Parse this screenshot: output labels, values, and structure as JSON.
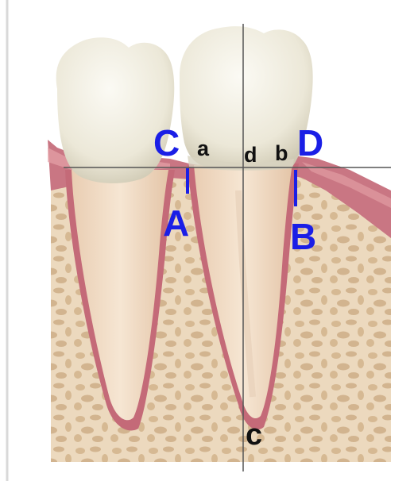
{
  "labels": {
    "C_upper": "C",
    "D": "D",
    "A": "A",
    "B": "B",
    "a": "a",
    "d": "d",
    "b": "b",
    "c_apex": "c"
  },
  "colors": {
    "label_blue": "#1a1ee6",
    "label_black": "#111111",
    "gum": "#c97683",
    "gum_light": "#e6a3a8",
    "bone": "#ecd9be",
    "bone_pore": "#d2b48f",
    "root": "#f1ddc5",
    "root_edge": "#c46a78",
    "crown": "#f4f1e6",
    "crown_shadow": "#d8d3c0",
    "guide_line": "#555555",
    "left_border": "#d9d9d9"
  }
}
